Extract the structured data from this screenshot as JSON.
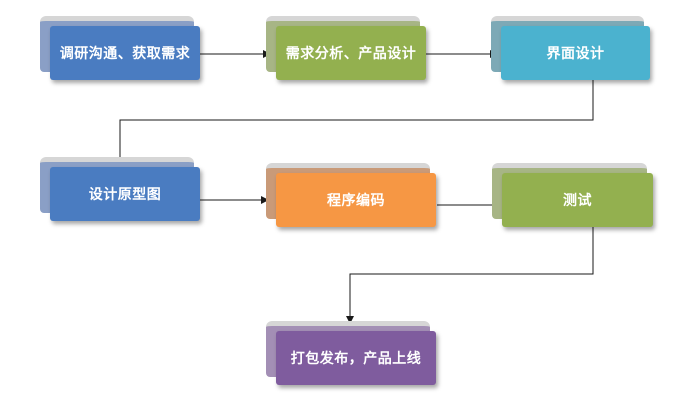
{
  "steps": [
    {
      "id": "research",
      "label": "调研沟通、获取需求",
      "color": "#4a7cc1",
      "shadow_color": "#8a9fc6"
    },
    {
      "id": "analysis",
      "label": "需求分析、产品设计",
      "color": "#93b04f",
      "shadow_color": "#a7b585"
    },
    {
      "id": "ui-design",
      "label": "界面设计",
      "color": "#4bb2cf",
      "shadow_color": "#7da9b6"
    },
    {
      "id": "prototype",
      "label": "设计原型图",
      "color": "#4a7cc1",
      "shadow_color": "#8a9fc6"
    },
    {
      "id": "coding",
      "label": "程序编码",
      "color": "#f69744",
      "shadow_color": "#c99a78"
    },
    {
      "id": "testing",
      "label": "测试",
      "color": "#93b04f",
      "shadow_color": "#a7b585"
    },
    {
      "id": "release",
      "label": "打包发布，产品上线",
      "color": "#7f5c9e",
      "shadow_color": "#a38fb5"
    }
  ]
}
